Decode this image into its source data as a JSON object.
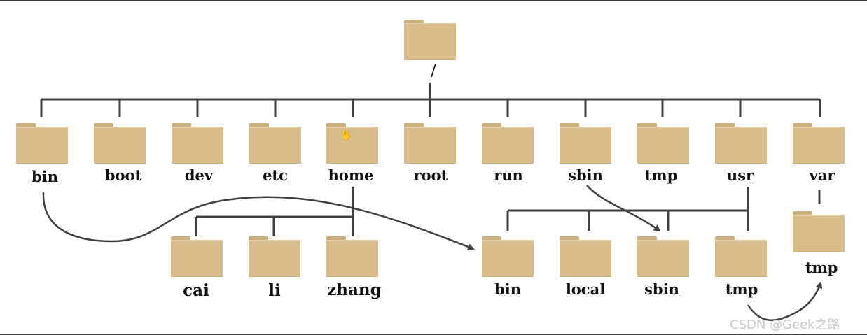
{
  "root_label": "/",
  "level1": [
    "bin",
    "boot",
    "dev",
    "etc",
    "home",
    "root",
    "run",
    "sbin",
    "tmp",
    "usr",
    "var"
  ],
  "home_children": [
    "cai",
    "li",
    "zhang"
  ],
  "usr_children": [
    "bin",
    "local",
    "sbin",
    "tmp"
  ],
  "var_children": [
    "tmp"
  ],
  "watermark": "CSDN @Geek之路",
  "colors": {
    "folder": "#d8bd8a",
    "folder_tab": "#cbb07d",
    "line": "#404040"
  },
  "icons": {
    "folder": "folder-icon",
    "cursor": "hand-cursor-icon"
  }
}
